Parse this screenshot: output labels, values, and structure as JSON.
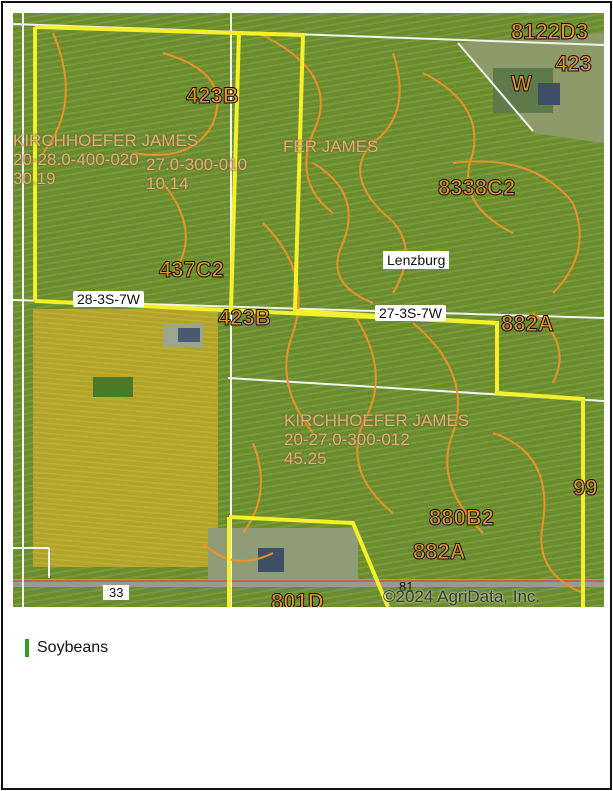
{
  "map": {
    "soil_labels": [
      "8122D3",
      "423",
      "W",
      "423B",
      "8338C2",
      "437C2",
      "423B",
      "882A",
      "880B2",
      "882A",
      "99",
      "801D"
    ],
    "owner_labels": [
      {
        "name": "KIRCHHOEFER JAMES",
        "parcel": "20-28.0-400-020",
        "acres": "30.19"
      },
      {
        "name": "KIRCHHOEFER JAMES",
        "parcel": "27.0-300-010",
        "acres": "10.14"
      },
      {
        "name": "KIRCHHOEFER JAMES",
        "parcel": "20-27.0-300-012",
        "acres": "45.25"
      }
    ],
    "owner_overlap_fragment": "FER JAMES",
    "section_labels": [
      "28-3S-7W",
      "27-3S-7W"
    ],
    "place_label": "Lenzburg",
    "road_labels": [
      "33",
      "81"
    ],
    "copyright": "©2024 AgriData, Inc.",
    "colors": {
      "field": "#6e8f32",
      "soybean_fill": "#b8a928",
      "boundary": "#f5f02a",
      "soil_line": "#e8942a"
    }
  },
  "legend": {
    "items": [
      {
        "label": "Soybeans",
        "color": "#3a9b22"
      }
    ]
  }
}
